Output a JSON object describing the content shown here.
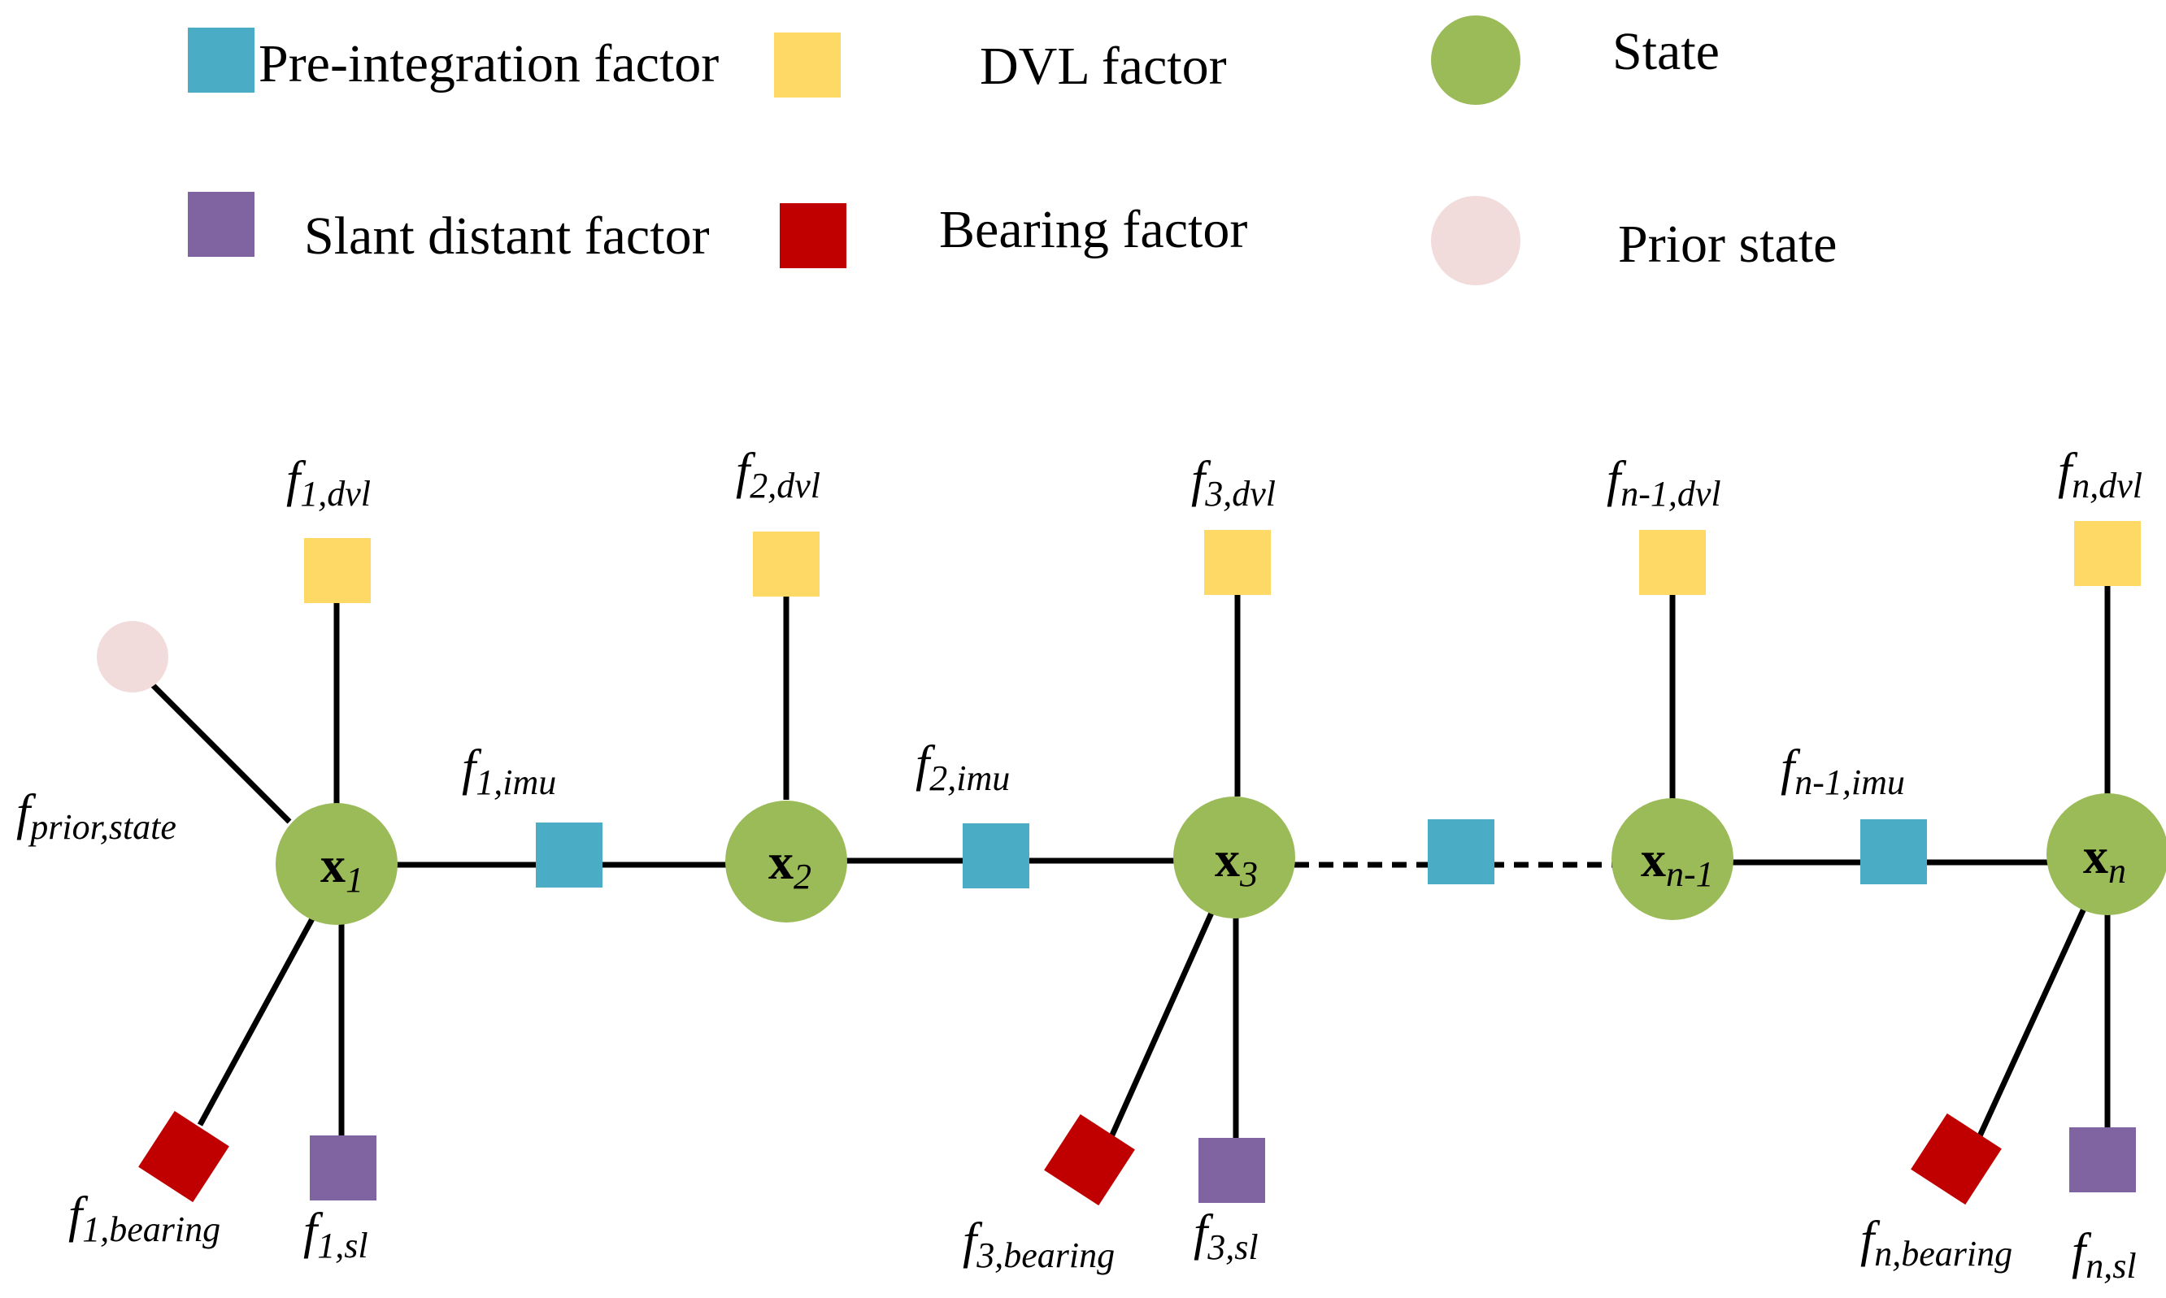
{
  "colors": {
    "pre_integration": "#4BACC6",
    "dvl": "#FFD966",
    "state": "#9BBB59",
    "slant": "#8064A2",
    "bearing": "#C00000",
    "prior": "#F2DCDB"
  },
  "legend": {
    "pre_integration": "Pre-integration factor",
    "dvl": "DVL factor",
    "state": "State",
    "slant": "Slant distant factor",
    "bearing": "Bearing factor",
    "prior": "Prior state"
  },
  "states": [
    {
      "main": "x",
      "sub": "1"
    },
    {
      "main": "x",
      "sub": "2"
    },
    {
      "main": "x",
      "sub": "3"
    },
    {
      "main": "x",
      "sub": "n-1"
    },
    {
      "main": "x",
      "sub": "n"
    }
  ],
  "dvl_labels": [
    {
      "main": "f",
      "sub": "1,dvl"
    },
    {
      "main": "f",
      "sub": "2,dvl"
    },
    {
      "main": "f",
      "sub": "3,dvl"
    },
    {
      "main": "f",
      "sub": "n-1,dvl"
    },
    {
      "main": "f",
      "sub": "n,dvl"
    }
  ],
  "imu_labels": [
    {
      "main": "f",
      "sub": "1,imu"
    },
    {
      "main": "f",
      "sub": "2,imu"
    },
    {
      "main": "f",
      "sub": "n-1,imu"
    }
  ],
  "prior_label": {
    "main": "f",
    "sub": "prior,state"
  },
  "bearing_labels": [
    {
      "main": "f",
      "sub": "1,bearing"
    },
    {
      "main": "f",
      "sub": "3,bearing"
    },
    {
      "main": "f",
      "sub": "n,bearing"
    }
  ],
  "sl_labels": [
    {
      "main": "f",
      "sub": "1,sl"
    },
    {
      "main": "f",
      "sub": "3,sl"
    },
    {
      "main": "f",
      "sub": "n,sl"
    }
  ]
}
